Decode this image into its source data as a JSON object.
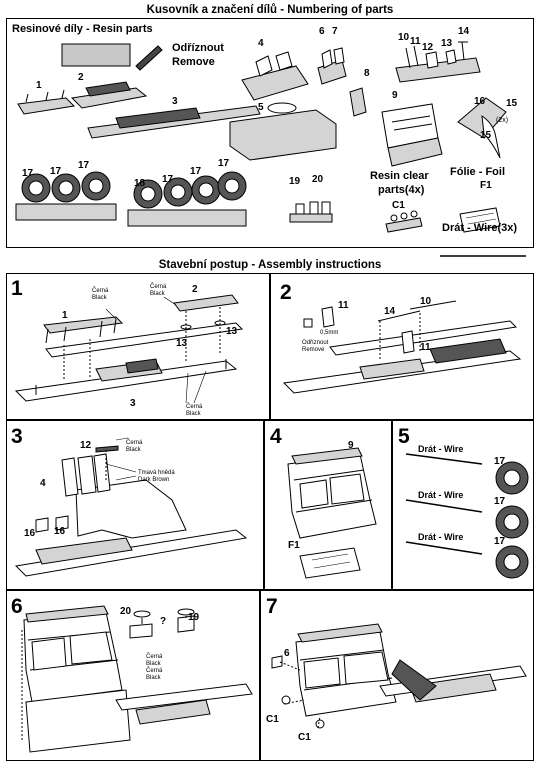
{
  "header": {
    "parts_title": "Kusovník a značení dílů - Numbering of parts",
    "assembly_title": "Stavební postup - Assembly instructions"
  },
  "parts": {
    "resin_label": "Resinové díly - Resin parts",
    "cut_label": "Odříznout",
    "cut_label_en": "Remove",
    "numbers": [
      "1",
      "2",
      "3",
      "4",
      "5",
      "6",
      "7",
      "8",
      "9",
      "10",
      "11",
      "12",
      "13",
      "14",
      "15",
      "16",
      "15",
      "17",
      "17",
      "17",
      "18",
      "17",
      "17",
      "17",
      "19",
      "20"
    ],
    "clear_parts_label_1": "Resin clear",
    "clear_parts_label_2": "parts(4x)",
    "clear_part_number": "C1",
    "foil_label": "Fólie - Foil",
    "foil_part_number": "F1",
    "wire_label": "Drát - Wire(3x)",
    "two_x": "(2x)"
  },
  "steps": {
    "s1": {
      "number": "1",
      "black_1": "Černá",
      "black_1_en": "Black",
      "black_2": "Černá",
      "black_2_en": "Black",
      "black_3": "Černá",
      "black_3_en": "Black",
      "p1": "1",
      "p2": "2",
      "p3": "3",
      "p13a": "13",
      "p13b": "13"
    },
    "s2": {
      "number": "2",
      "p11a": "11",
      "p14": "14",
      "p10": "10",
      "p11b": "11",
      "size": "0,5mm",
      "cut": "Odříznout",
      "cut_en": "Remove"
    },
    "s3": {
      "number": "3",
      "p12": "12",
      "black": "Černá",
      "black_en": "Black",
      "brown": "Tmavá hnědá",
      "brown_en": "Dark Brown",
      "p4": "4",
      "p16a": "16",
      "p16b": "16"
    },
    "s4": {
      "number": "4",
      "p9": "9",
      "f1": "F1"
    },
    "s5": {
      "number": "5",
      "wire": "Drát - Wire",
      "p17": "17"
    },
    "s6": {
      "number": "6",
      "p20": "20",
      "q": "?",
      "p19": "19",
      "black": "Černá",
      "black_en": "Black"
    },
    "s7": {
      "number": "7",
      "p6": "6",
      "c1": "C1"
    }
  }
}
